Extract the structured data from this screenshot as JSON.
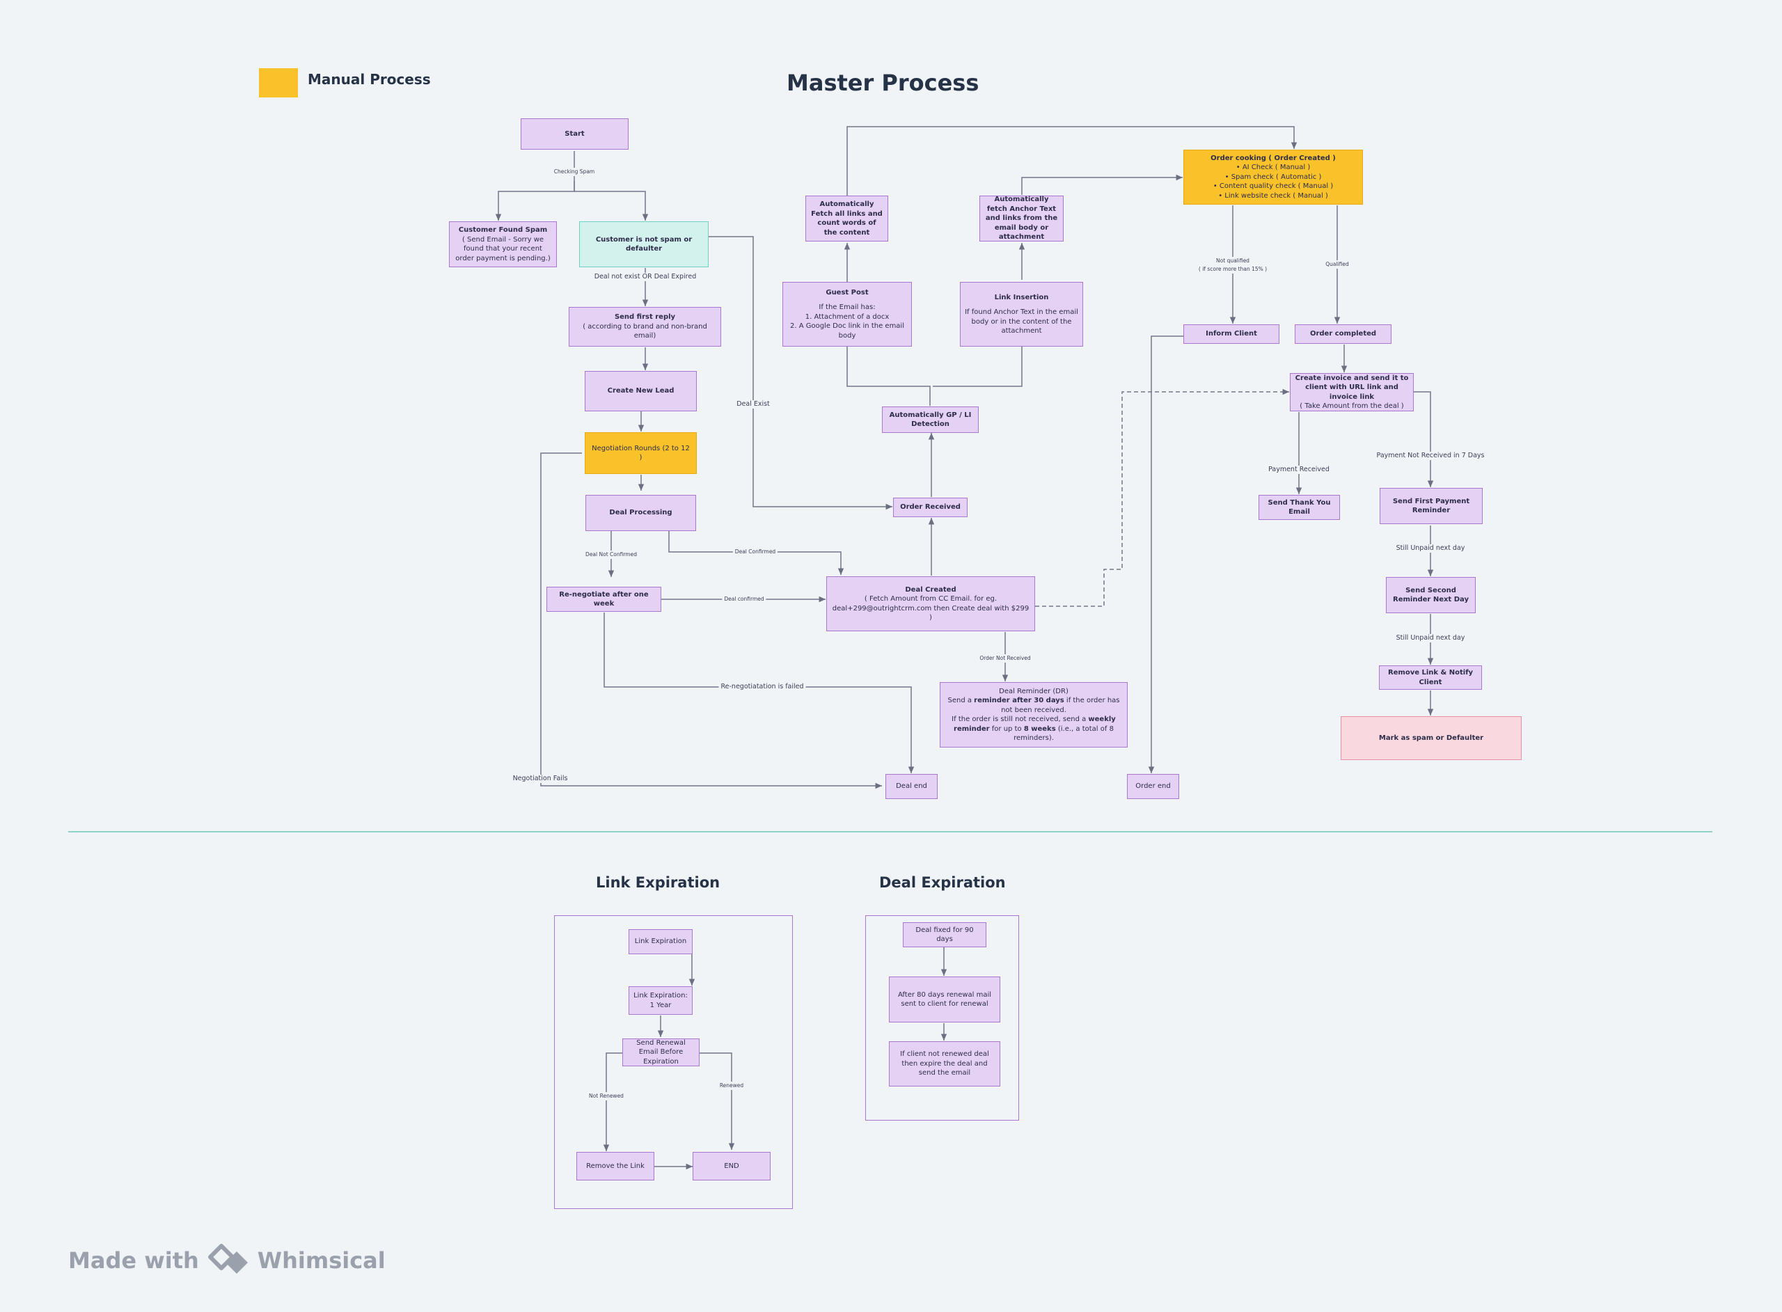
{
  "legend": {
    "label": "Manual Process",
    "color": "#f9c22a"
  },
  "titles": {
    "master": "Master Process",
    "link_expiration": "Link Expiration",
    "deal_expiration": "Deal Expiration"
  },
  "nodes": {
    "start": "Start",
    "spam_title": "Customer Found Spam",
    "spam_body": "( Send Email - Sorry we found that your recent order payment is pending.)",
    "not_spam": "Customer is not spam or defaulter",
    "first_reply_title": "Send first reply",
    "first_reply_body": "( according to brand and non-brand email)",
    "create_lead": "Create New Lead",
    "negotiation": "Negotiation Rounds (2 to 12 )",
    "deal_processing": "Deal Processing",
    "renegotiate": "Re-negotiate after one week",
    "deal_created_title": "Deal Created",
    "deal_created_body": "( Fetch Amount from CC Email. for eg. deal+299@outrightcrm.com then Create deal with $299 )",
    "order_received": "Order Received",
    "gp_li": "Automatically GP / LI Detection",
    "guest_post_title": "Guest Post",
    "guest_post_l1": "If the Email has:",
    "guest_post_l2": "1. Attachment of a docx",
    "guest_post_l3": "2. A Google Doc link in the email body",
    "link_insertion_title": "Link Insertion",
    "link_insertion_body": "If found Anchor Text in the  email body or in the content of the attachment",
    "fetch_links": "Automatically Fetch all links and count words of the content",
    "fetch_anchor": "Automatically fetch Anchor Text  and links from the email body or attachment",
    "order_cooking_title": "Order cooking ( Order Created )",
    "order_cooking_items": [
      "AI Check ( Manual )",
      "Spam check ( Automatic )",
      "Content quality check ( Manual )",
      "Link website check ( Manual )"
    ],
    "inform_client": "Inform Client",
    "order_completed": "Order completed",
    "invoice_l1": "Create invoice and send it to client with URL link and invoice link",
    "invoice_l2": "( Take Amount from the deal )",
    "thank_you": "Send Thank You Email",
    "first_reminder": "Send First Payment Reminder",
    "second_reminder": "Send Second Reminder Next Day",
    "remove_notify": "Remove Link & Notify Client",
    "mark_spam": "Mark as spam or Defaulter",
    "deal_reminder_title": "Deal Reminder (DR)",
    "deal_reminder_p1a": "Send a ",
    "deal_reminder_p1b": "reminder after 30 days",
    "deal_reminder_p1c": " if the order has not been received.",
    "deal_reminder_p2a": "If the order is still not received, send a ",
    "deal_reminder_p2b": "weekly reminder",
    "deal_reminder_p2c": " for up to ",
    "deal_reminder_p2d": "8 weeks",
    "deal_reminder_p2e": " (i.e., a total of 8 reminders).",
    "deal_end": "Deal end",
    "order_end": "Order end",
    "le_link_expiration": "Link Expiration",
    "le_one_year": "Link Expiration: 1 Year",
    "le_renewal": "Send Renewal Email Before Expiration",
    "le_remove": "Remove the Link",
    "le_end": "END",
    "de_fixed": "Deal fixed for 90 days",
    "de_after80": "After 80 days renewal mail sent to client for renewal",
    "de_not_renewed": "If client not renewed deal then expire the deal and send the email"
  },
  "edge_labels": {
    "checking_spam": "Checking Spam",
    "deal_not_exist": "Deal not exist OR Deal Expired",
    "deal_exist": "Deal Exist",
    "deal_not_confirmed": "Deal Not Confirmed",
    "deal_confirmed_top": "Deal Confirmed",
    "deal_confirmed_mid": "Deal confirmed",
    "renegotiation_failed": "Re-negotiatation is failed",
    "negotiation_fails": "Negotiation Fails",
    "order_not_received": "Order Not Received",
    "not_qualified": "Not qualified\n( if score more than 15% )",
    "qualified": "Qualified",
    "payment_received": "Payment Received",
    "payment_not_received": "Payment Not Received in 7 Days",
    "still_unpaid_1": "Still Unpaid next day",
    "still_unpaid_2": "Still Unpaid next day",
    "not_renewed": "Not Renewed",
    "renewed": "Renewed"
  },
  "brand": {
    "made_with": "Made with",
    "name": "Whimsical"
  }
}
